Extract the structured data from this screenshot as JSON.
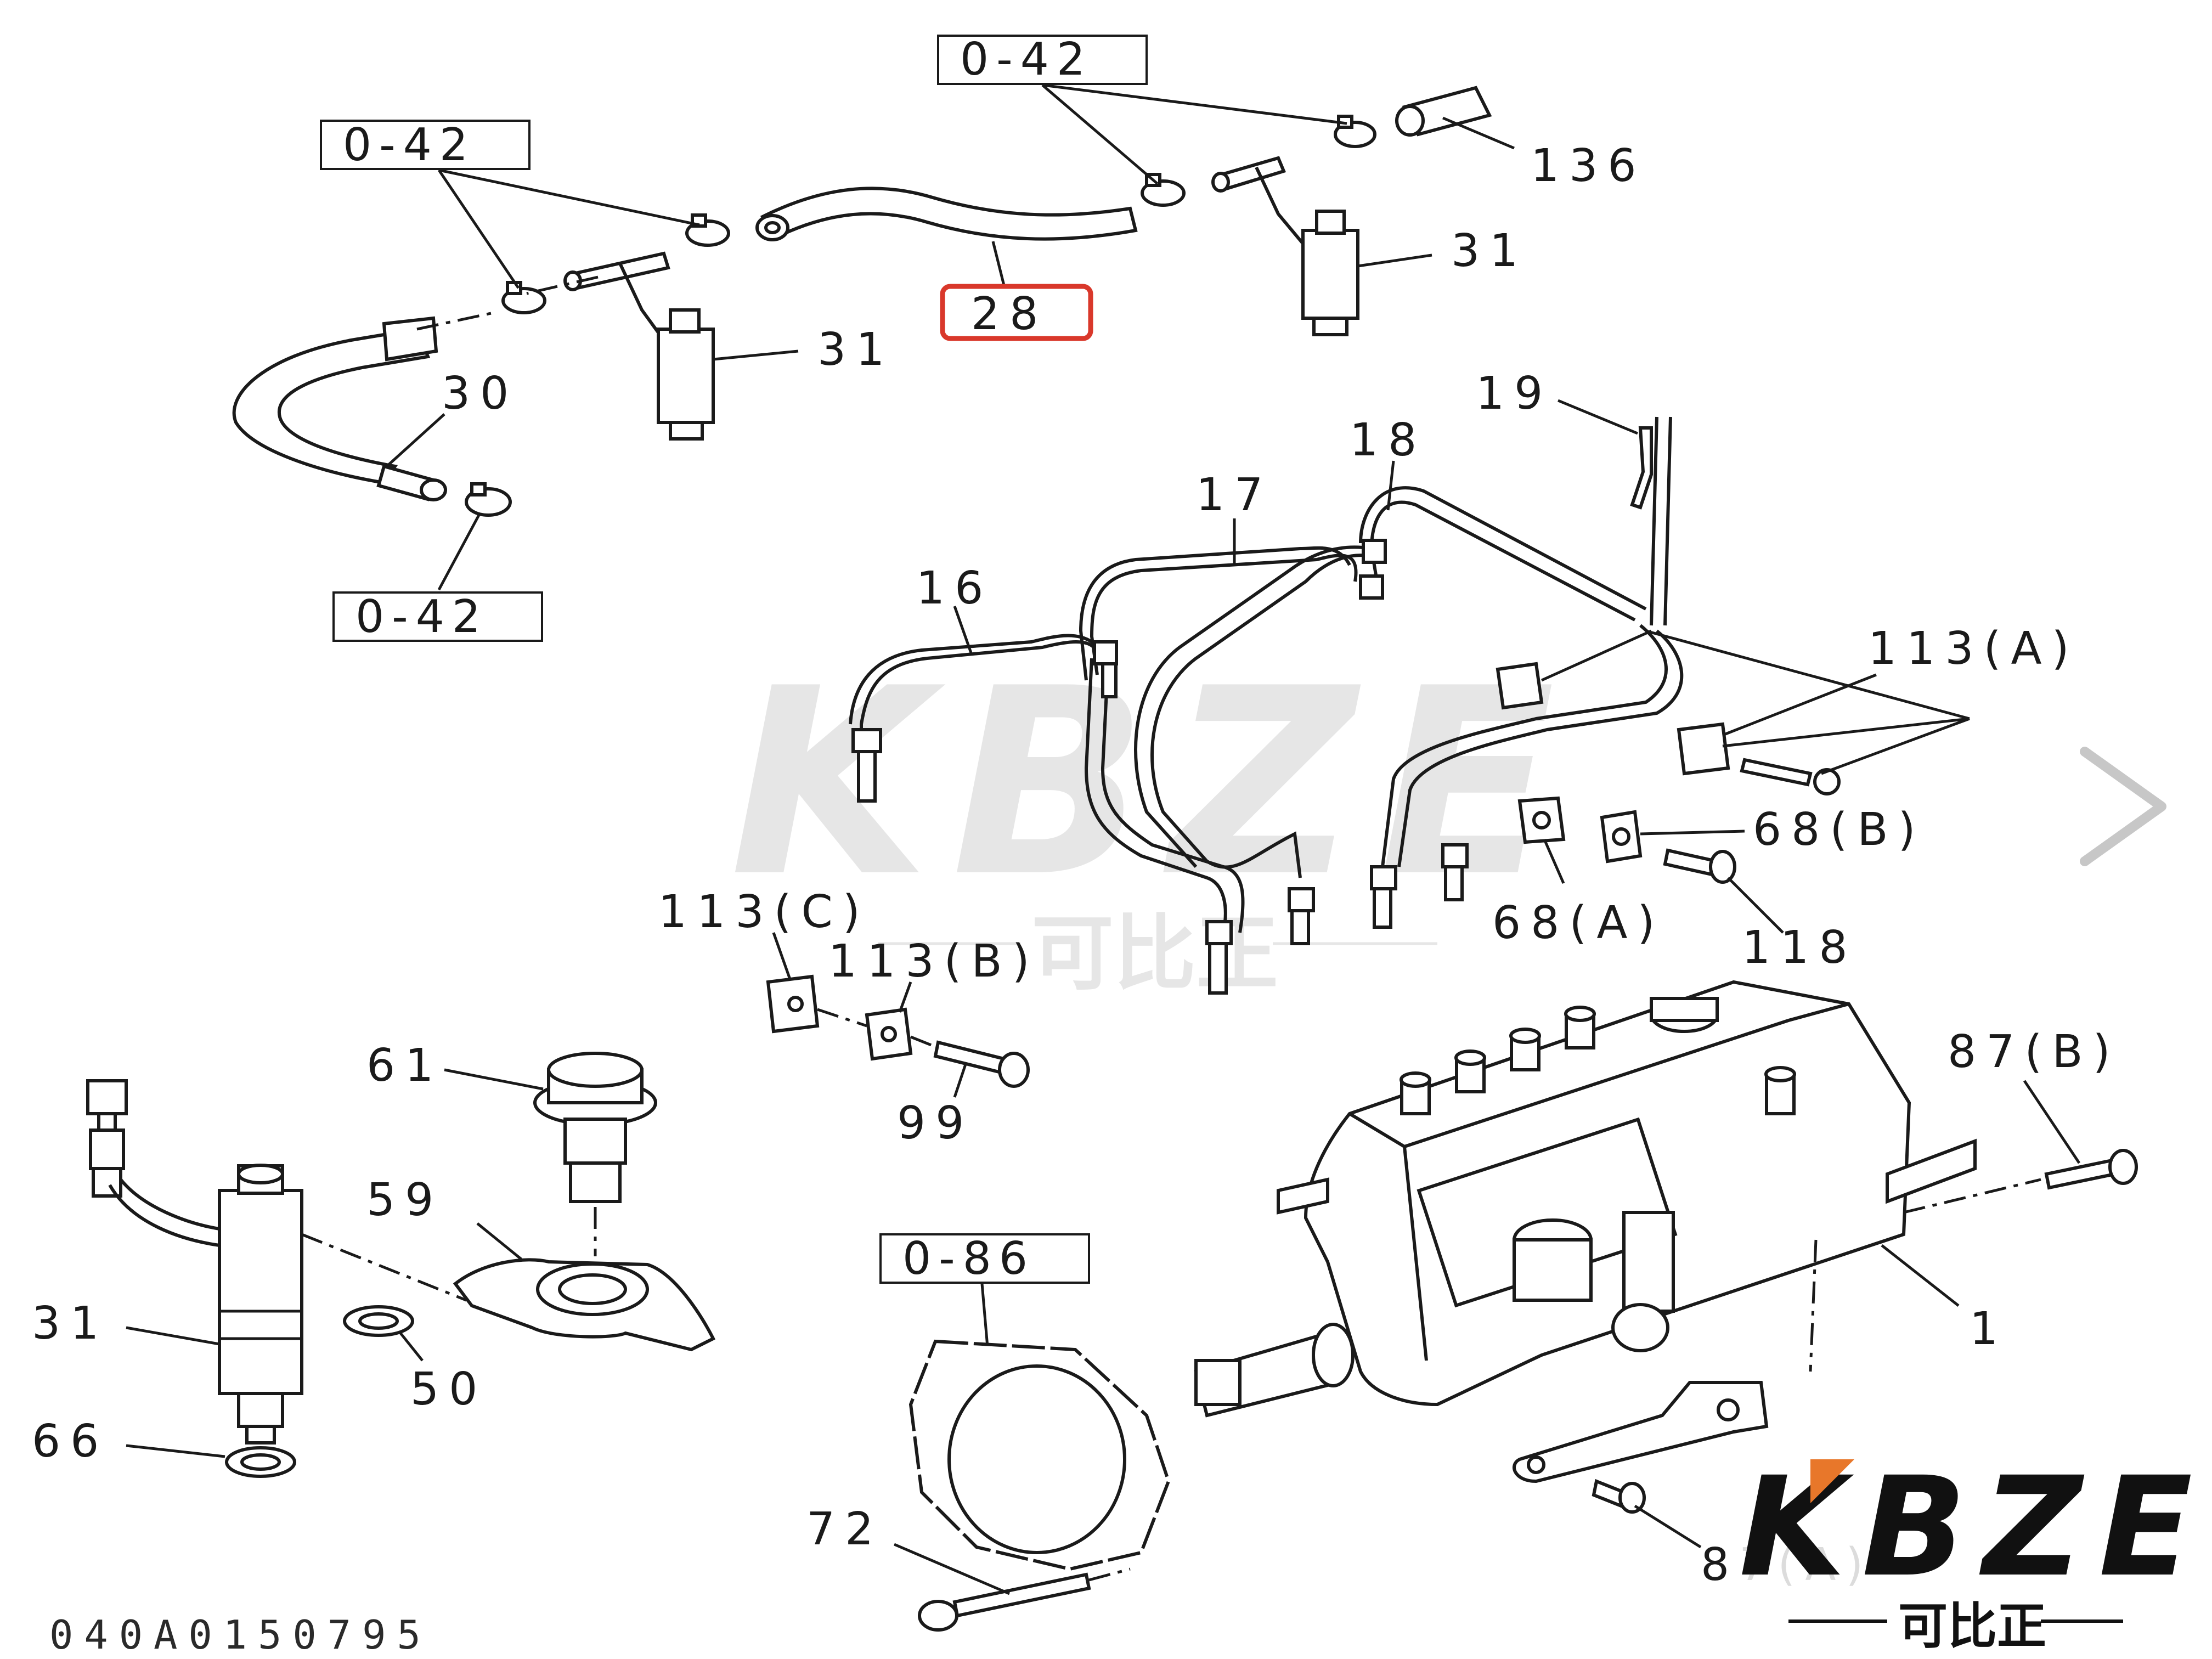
{
  "colors": {
    "highlight": "#d9382b",
    "watermark": "#b8b8b8",
    "accent": "#e8772a",
    "ink": "#1a1a1a"
  },
  "refs": {
    "top_center": "0-42",
    "top_left": "0-42",
    "mid_left": "0-42",
    "gasket": "0-86"
  },
  "highlighted": "28",
  "labels": {
    "p136": "136",
    "p31a": "31",
    "p31b": "31",
    "p30": "30",
    "p19": "19",
    "p18": "18",
    "p17": "17",
    "p16": "16",
    "p113a": "113(A)",
    "p68b": "68(B)",
    "p68a": "68(A)",
    "p118": "118",
    "p113c": "113(C)",
    "p113b": "113(B)",
    "p99": "99",
    "p61": "61",
    "p59": "59",
    "p50": "50",
    "p31c": "31",
    "p66": "66",
    "p87b": "87(B)",
    "p1": "1",
    "p72": "72",
    "p87a": "87(A)"
  },
  "footer": "040A0150795",
  "watermark": {
    "brand": "KBZE",
    "chinese": "可比正"
  },
  "logo": {
    "brand": "KBZE",
    "chinese": "可比正"
  },
  "icons": {
    "next": "chevron-right-icon"
  }
}
